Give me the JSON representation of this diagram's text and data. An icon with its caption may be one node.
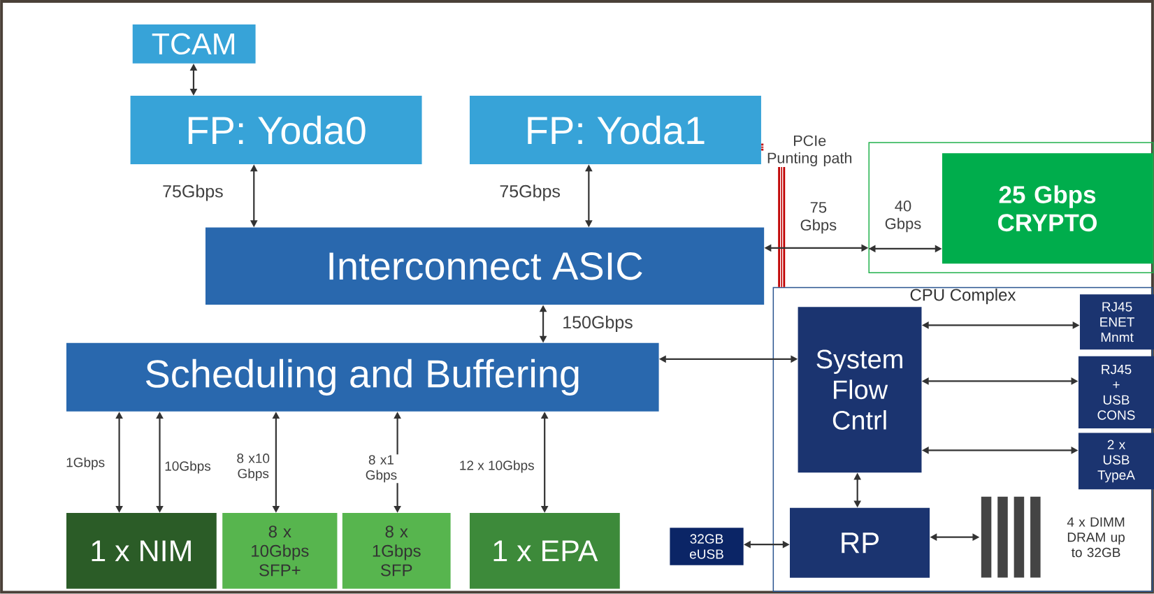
{
  "diagram": {
    "nodes": [
      {
        "text": [
          "TCAM"
        ]
      },
      {
        "text": [
          "FP: Yoda0"
        ]
      },
      {
        "text": [
          "FP: Yoda1"
        ]
      },
      {
        "text": [],
        "shape": "box"
      },
      {
        "text": [
          "25 Gbps CRYPTO"
        ],
        "in": 3
      },
      {
        "text": [
          "Interconnect ASIC"
        ]
      },
      {
        "text": [
          "CPU Complex"
        ]
      },
      {
        "text": [
          "RJ45 ENET Mnmt"
        ],
        "in": 6
      },
      {
        "text": [
          "Scheduling and Buffering"
        ]
      },
      {
        "text": [
          "System Flow Cntrl"
        ],
        "in": 6
      },
      {
        "text": [
          "RJ45 + USB CONS"
        ],
        "in": 6
      },
      {
        "text": [
          "2 x USB TypeA"
        ],
        "in": 6
      },
      {
        "text": [
          "1 x NIM"
        ]
      },
      {
        "text": [
          "8 x 10Gbps SFP+"
        ]
      },
      {
        "text": [
          "8 x 1Gbps SFP"
        ]
      },
      {
        "text": [
          "1 x EPA"
        ]
      },
      {
        "text": [
          "32GB eUSB"
        ]
      },
      {
        "text": [
          "RP"
        ],
        "in": 6
      },
      {
        "text": [],
        "shape": "picture",
        "in": 6,
        "beside": [
          "4 x DIMM DRAM up to 32GB"
        ]
      }
    ],
    "edges": [
      {
        "from": 0,
        "to": 1,
        "arrow": "both"
      },
      {
        "from": 1,
        "to": 5,
        "arrow": "both",
        "label": "75Gbps"
      },
      {
        "from": 2,
        "to": 5,
        "arrow": "both",
        "label": "75Gbps"
      },
      {
        "from": 2,
        "to": 6,
        "arrow": "none",
        "label": "PCIe Punting path",
        "style": "thick",
        "color": "#c00000"
      },
      {
        "from": 5,
        "to": 3,
        "arrow": "both",
        "label": "75 Gbps"
      },
      {
        "from": 3,
        "to": 4,
        "arrow": "both",
        "label": "40 Gbps"
      },
      {
        "from": 5,
        "to": 8,
        "arrow": "both",
        "label": "150Gbps"
      },
      {
        "from": 8,
        "to": 9,
        "arrow": "both"
      },
      {
        "from": 8,
        "to": 12,
        "arrow": "both",
        "label": "1Gbps"
      },
      {
        "from": 8,
        "to": 12,
        "arrow": "both",
        "label": "10Gbps"
      },
      {
        "from": 8,
        "to": 13,
        "arrow": "both",
        "label": "8 x10 Gbps"
      },
      {
        "from": 8,
        "to": 14,
        "arrow": "both",
        "label": "8 x1 Gbps"
      },
      {
        "from": 8,
        "to": 15,
        "arrow": "both",
        "label": "12 x 10Gbps"
      },
      {
        "from": 9,
        "to": 7,
        "arrow": "both"
      },
      {
        "from": 9,
        "to": 10,
        "arrow": "both"
      },
      {
        "from": 9,
        "to": 11,
        "arrow": "both"
      },
      {
        "from": 9,
        "to": 17,
        "arrow": "both"
      },
      {
        "from": 16,
        "to": 17,
        "arrow": "both"
      },
      {
        "from": 17,
        "to": 18,
        "arrow": "both"
      }
    ]
  }
}
